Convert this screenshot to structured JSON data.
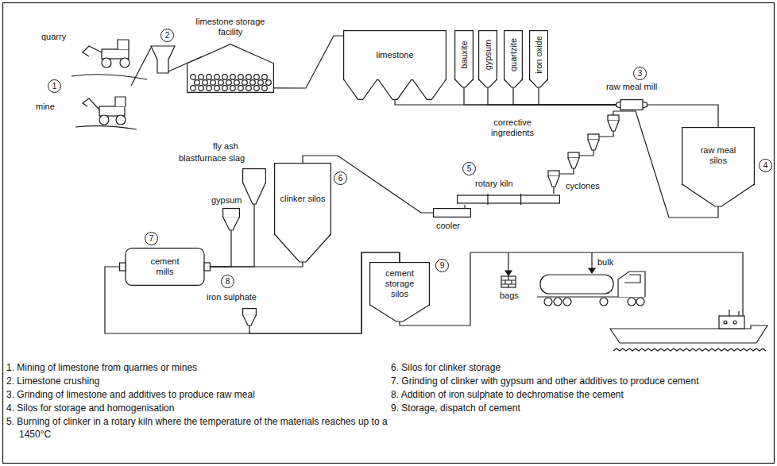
{
  "diagram": {
    "nodes": [
      {
        "text": [
          "limestone storage facility"
        ]
      },
      {
        "text": [
          "limestone"
        ]
      },
      {
        "text": [
          "bauxite"
        ]
      },
      {
        "text": [
          "gypsum"
        ]
      },
      {
        "text": [
          "quartzite"
        ]
      },
      {
        "text": [
          "iron oxide"
        ]
      },
      {
        "text": [
          "raw meal mill"
        ]
      },
      {
        "text": [
          "raw meal silos"
        ]
      },
      {
        "text": [
          "cyclones"
        ]
      },
      {
        "text": [
          "rotary kiln"
        ]
      },
      {
        "text": [
          "cooler"
        ]
      },
      {
        "text": [
          "clinker silos"
        ]
      },
      {
        "text": [
          "fly ash",
          "blastfurnace slag"
        ]
      },
      {
        "text": [
          "gypsum"
        ]
      },
      {
        "text": [
          "cement mills"
        ]
      },
      {
        "text": [
          "iron sulphate"
        ]
      },
      {
        "text": [
          "cement storage silos"
        ]
      }
    ],
    "edges": [
      {
        "from": 0,
        "to": 1,
        "arrow": "none"
      },
      {
        "from": 1,
        "to": 6,
        "arrow": "none"
      },
      {
        "from": 2,
        "to": 6,
        "arrow": "none"
      },
      {
        "from": 3,
        "to": 6,
        "arrow": "none"
      },
      {
        "from": 4,
        "to": 6,
        "arrow": "none"
      },
      {
        "from": 5,
        "to": 6,
        "arrow": "none"
      },
      {
        "from": 6,
        "to": 7,
        "arrow": "none"
      },
      {
        "from": 7,
        "to": 8,
        "arrow": "none"
      },
      {
        "from": 8,
        "to": 9,
        "arrow": "none"
      },
      {
        "from": 9,
        "to": 10,
        "arrow": "none"
      },
      {
        "from": 10,
        "to": 11,
        "arrow": "none"
      },
      {
        "from": 11,
        "to": 14,
        "arrow": "none"
      },
      {
        "from": 12,
        "to": 14,
        "arrow": "none"
      },
      {
        "from": 13,
        "to": 14,
        "arrow": "none"
      },
      {
        "from": 14,
        "to": 16,
        "arrow": "none"
      },
      {
        "from": 15,
        "to": 16,
        "arrow": "none"
      }
    ],
    "labels": [
      "quarry",
      "mine",
      "1",
      "2",
      "3",
      "4",
      "corrective ingredients",
      "5",
      "6",
      "7",
      "8",
      "9",
      "bags",
      "bulk",
      "1. Mining of limestone from quarries or mines",
      "2. Limestone crushing",
      "3. Grinding of limestone and additives to produce raw meal",
      "4. Silos for storage and homogenisation",
      "5. Burning of clinker in a rotary kiln where the temperature of the materials reaches up to a 1450°C",
      "6. Silos for clinker storage",
      "7. Grinding of clinker with gypsum and other additives to produce cement",
      "8. Addition of iron sulphate to dechromatise the cement",
      "9. Storage, dispatch of cement"
    ]
  }
}
